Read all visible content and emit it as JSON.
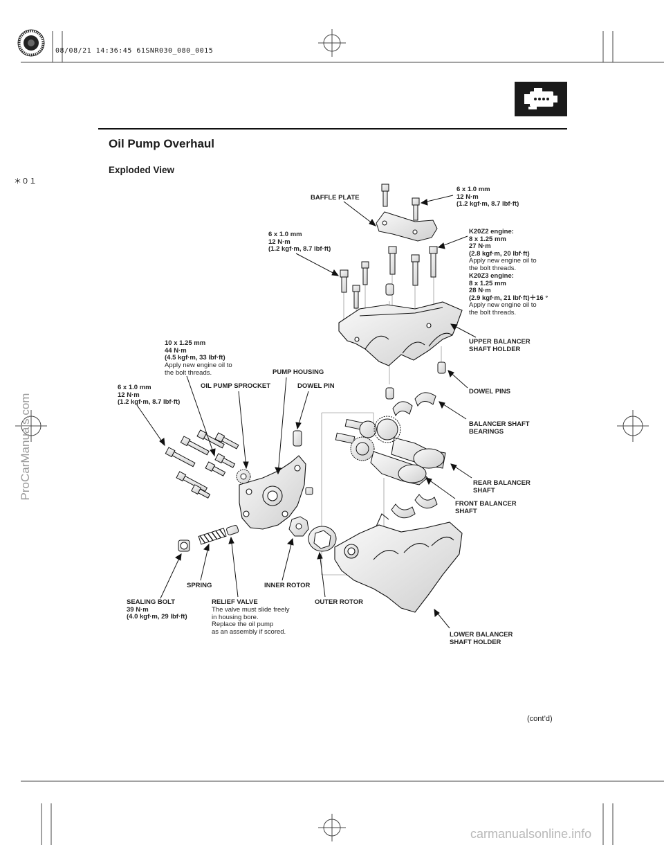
{
  "print_stamp": "08/08/21 14:36:45 61SNR030_080_0015",
  "section_mark": "＊０１",
  "title": "Oil Pump Overhaul",
  "subtitle": "Exploded View",
  "watermark_left": "ProCarManuals.com",
  "watermark_bottom": "carmanualsonline.info",
  "cont": "(cont’d)",
  "icon_name": "engine-icon",
  "labels": {
    "baffle_plate": "BAFFLE PLATE",
    "top_bolt_spec": "6 x 1.0 mm\n12 N·m\n(1.2 kgf·m, 8.7 lbf·ft)",
    "k20z2_spec": "K20Z2 engine:\n8 x 1.25 mm\n27 N·m\n(2.8 kgf·m, 20 lbf·ft)",
    "k20z2_note": "Apply new engine oil to\nthe bolt threads.",
    "k20z3_spec": "K20Z3 engine:\n8 x 1.25 mm\n28 N·m\n(2.9 kgf·m, 21 lbf·ft)＋16 °",
    "k20z3_note": "Apply new engine oil to\nthe bolt threads.",
    "left_bolt_spec": "6 x 1.0 mm\n12 N·m\n(1.2 kgf·m, 8.7 lbf·ft)",
    "upper_holder": "UPPER BALANCER\nSHAFT HOLDER",
    "big_bolt_spec": "10 x 1.25 mm\n44 N·m\n(4.5 kgf·m, 33 lbf·ft)",
    "big_bolt_note": "Apply new engine oil to\nthe bolt threads.",
    "pump_housing": "PUMP HOUSING",
    "pump_bolt_spec": "6 x 1.0 mm\n12 N·m\n(1.2 kgf·m, 8.7 lbf·ft)",
    "oil_pump_sprocket": "OIL PUMP SPROCKET",
    "dowel_pin": "DOWEL PIN",
    "dowel_pins": "DOWEL PINS",
    "bearings": "BALANCER SHAFT\nBEARINGS",
    "rear_shaft": "REAR BALANCER\nSHAFT",
    "front_shaft": "FRONT BALANCER\nSHAFT",
    "spring": "SPRING",
    "inner_rotor": "INNER ROTOR",
    "sealing_bolt": "SEALING BOLT\n39 N·m\n(4.0 kgf·m, 29 lbf·ft)",
    "relief_valve": "RELIEF VALVE",
    "relief_note": "The valve must slide freely\nin housing bore.\nReplace the oil pump\nas an assembly if scored.",
    "outer_rotor": "OUTER ROTOR",
    "lower_holder": "LOWER BALANCER\nSHAFT HOLDER"
  }
}
